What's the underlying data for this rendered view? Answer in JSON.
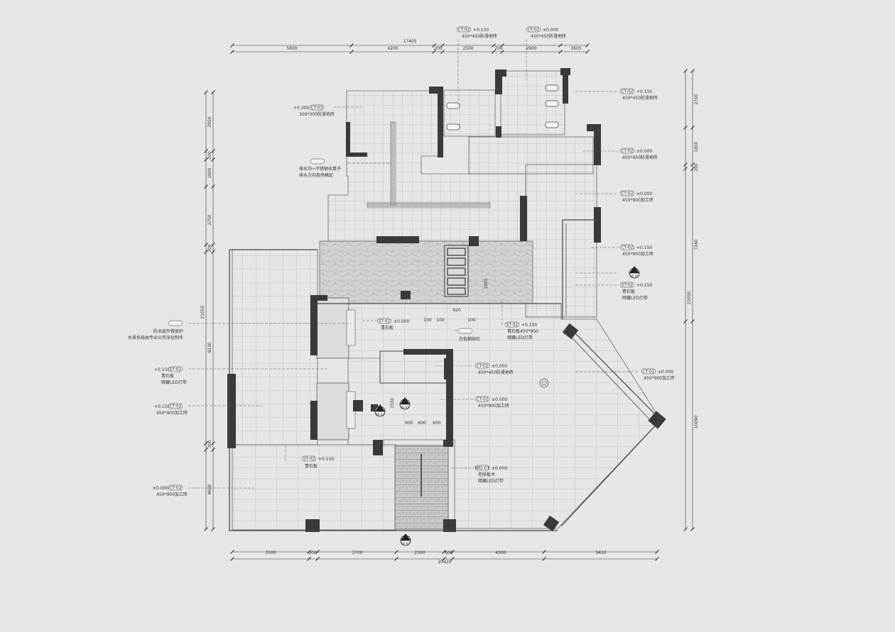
{
  "dimensions": {
    "top_total": "17405",
    "top_segments": [
      "5600",
      "4200",
      "200",
      "2500",
      "200",
      "2900",
      "1605"
    ],
    "bottom_total": "20420",
    "bottom_segments": [
      "3500",
      "600",
      "3700",
      "2300",
      "600",
      "4300",
      "5420"
    ],
    "left_total": "21050",
    "left_segments": [
      "2950",
      "200",
      "1600",
      "2750",
      "200",
      "9230",
      "300",
      "4600"
    ],
    "right_total": "22050",
    "right_segments": [
      "2700",
      "1800",
      "200",
      "7240",
      "10090"
    ],
    "inner": [
      "920",
      "100",
      "100",
      "100",
      "600",
      "600",
      "600",
      "1550",
      "1005"
    ]
  },
  "labels": {
    "top1": {
      "code": "CT-02",
      "value": "+0.150",
      "desc": "450*450防滑地砖"
    },
    "top2": {
      "code": "CT-02",
      "value": "±0.000",
      "desc": "450*450防滑地砖"
    },
    "rt1": {
      "code": "CT-02",
      "value": "+0.150",
      "desc": "450*450防滑地砖"
    },
    "rt2": {
      "code": "CT-02",
      "value": "±0.000",
      "desc": "450*450防滑地砖"
    },
    "rt3": {
      "code": "CT-02",
      "value": "±0.000",
      "desc": "450*900加工砖"
    },
    "rt4": {
      "code": "CT-02",
      "value": "+0.150",
      "desc": "450*900加工砖"
    },
    "rt5": {
      "code": "ST-02",
      "value": "+0.150",
      "desc": "青石板",
      "desc2": "暗藏LED灯带"
    },
    "rt6": {
      "code": "CT-02",
      "value": "±0.000",
      "desc": "450*900加工砖"
    },
    "lt1": {
      "value": "+0.300",
      "code": "CT-03",
      "desc": "300*300防滑地砖"
    },
    "lt2": {
      "desc": "排水沟+不锈钢水算子",
      "desc2": "排水方向现场确定"
    },
    "lt3": {
      "desc": "防水层外做保护",
      "desc2": "水景系统由专业公司深化制作"
    },
    "lt4": {
      "value": "+0.150",
      "code": "ST-02",
      "desc": "青石板",
      "desc2": "暗藏LED灯带"
    },
    "lt5": {
      "value": "+0.150",
      "code": "CT-02",
      "desc": "450*900加工砖"
    },
    "lt6": {
      "value": "±0.000",
      "code": "CT-02",
      "desc": "450*900加工砖"
    },
    "c1": {
      "code": "ST-02",
      "value": "±0.000",
      "desc": "青石板"
    },
    "c2": {
      "code": "ST-02",
      "value": "+0.150",
      "desc": "青石板450*900",
      "desc2": "暗藏LED灯带"
    },
    "c3": {
      "desc": "白色鹅卵石"
    },
    "c4": {
      "code": "CT-02",
      "value": "±0.000",
      "desc": "450*450防滑地砖"
    },
    "c5": {
      "code": "CT-02",
      "value": "±0.000",
      "desc": "450*900加工砖"
    },
    "c6": {
      "code": "ST-02",
      "value": "+0.150",
      "desc": "青石板"
    },
    "c7": {
      "code": "WD-01",
      "value": "±0.000",
      "desc": "老船板木",
      "desc2": "暗藏LED灯带"
    }
  },
  "markers": {
    "A": {
      "letter": "A",
      "ref": "BS-07"
    },
    "B": {
      "letter": "B",
      "ref": "BS-05"
    },
    "E": {
      "letter": "E",
      "ref": "BS-02"
    },
    "F": {
      "letter": "F",
      "ref": "BS-02"
    }
  },
  "colors": {
    "background": "#e6e6e6",
    "wall": "#3a3a3a",
    "line": "#444444",
    "stone": "#d4d4d4"
  }
}
